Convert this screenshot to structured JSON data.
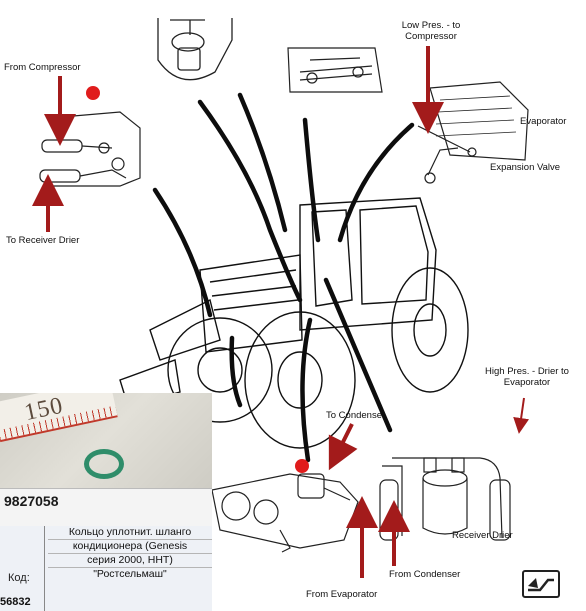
{
  "labels": {
    "from_compressor": "From Compressor",
    "to_receiver_drier": "To Receiver Drier",
    "low_pres_line1": "Low Pres. - to",
    "low_pres_line2": "Compressor",
    "evaporator": "Evaporator",
    "expansion_valve": "Expansion Valve",
    "high_pres_line1": "High Pres. - Drier to",
    "high_pres_line2": "Evaporator",
    "to_condenser": "To Condenser",
    "receiver_drier": "Receiver Drier",
    "from_condenser": "From Condenser",
    "from_evaporator": "From Evaporator"
  },
  "product": {
    "ruler_number": "150",
    "sku": "9827058",
    "code_label": "Код:",
    "code_value": "56832",
    "description_lines": [
      "Кольцо уплотнит. шланго",
      "кондиционера (Genesis",
      "серия 2000, HHT)",
      "\"Ростсельмаш\""
    ]
  },
  "colors": {
    "arrow": "#a31b1b",
    "marker": "#e01c1c",
    "ring": "#2f8d6a",
    "line": "#111111"
  },
  "icons": {
    "nav": "return-arrow-icon"
  }
}
